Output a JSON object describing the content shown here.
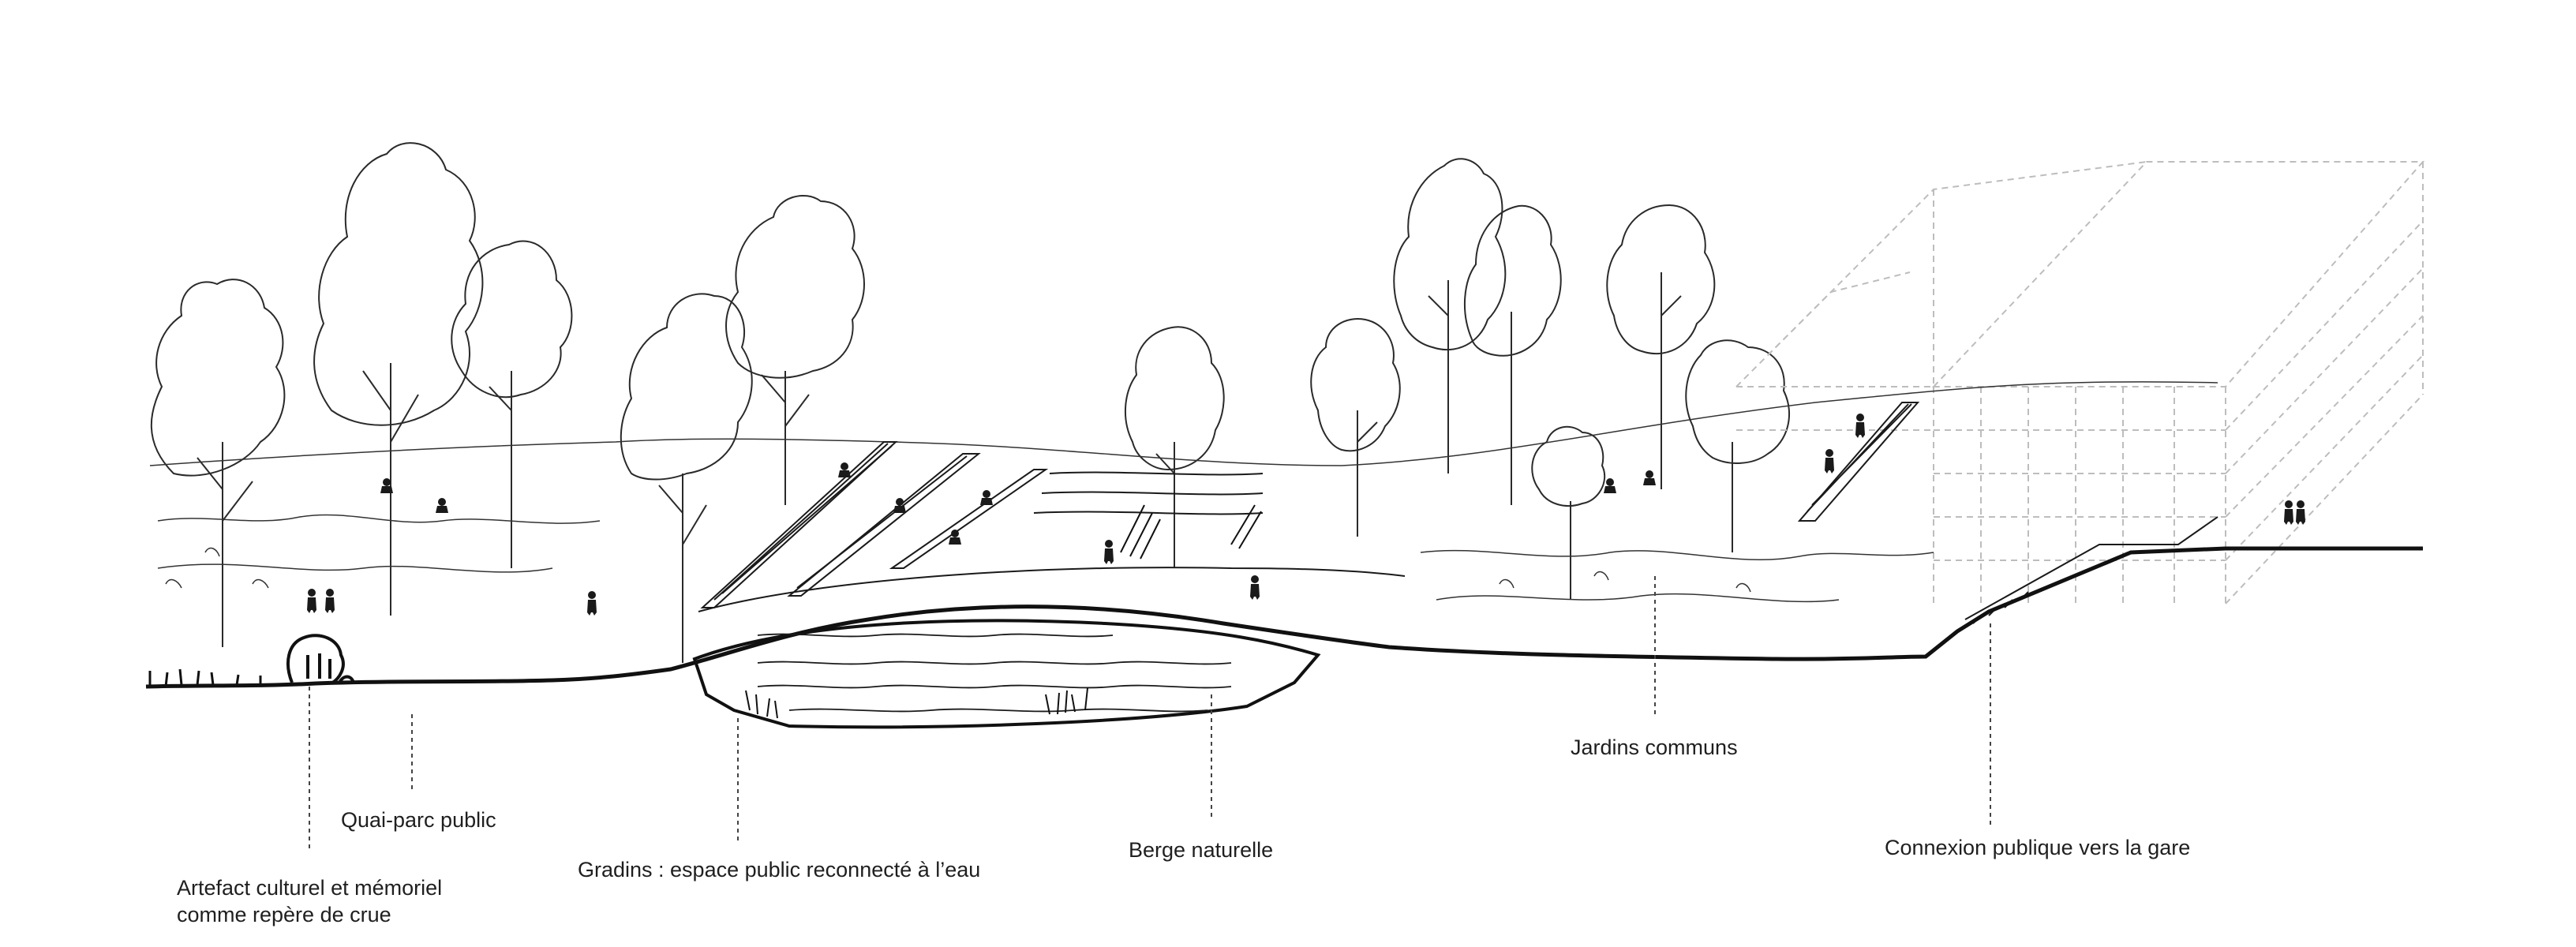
{
  "labels": {
    "quai": "Quai-parc public",
    "artefact": {
      "line1": "Artefact culturel et mémoriel",
      "line2": "comme repère de crue"
    },
    "gradins": "Gradins : espace public reconnecté à l’eau",
    "berge": "Berge naturelle",
    "jardins": "Jardins communs",
    "connexion": "Connexion publique vers la gare"
  },
  "colors": {
    "ink": "#1a1a1a",
    "ghost": "#bdbdbd",
    "paper": "#ffffff"
  }
}
